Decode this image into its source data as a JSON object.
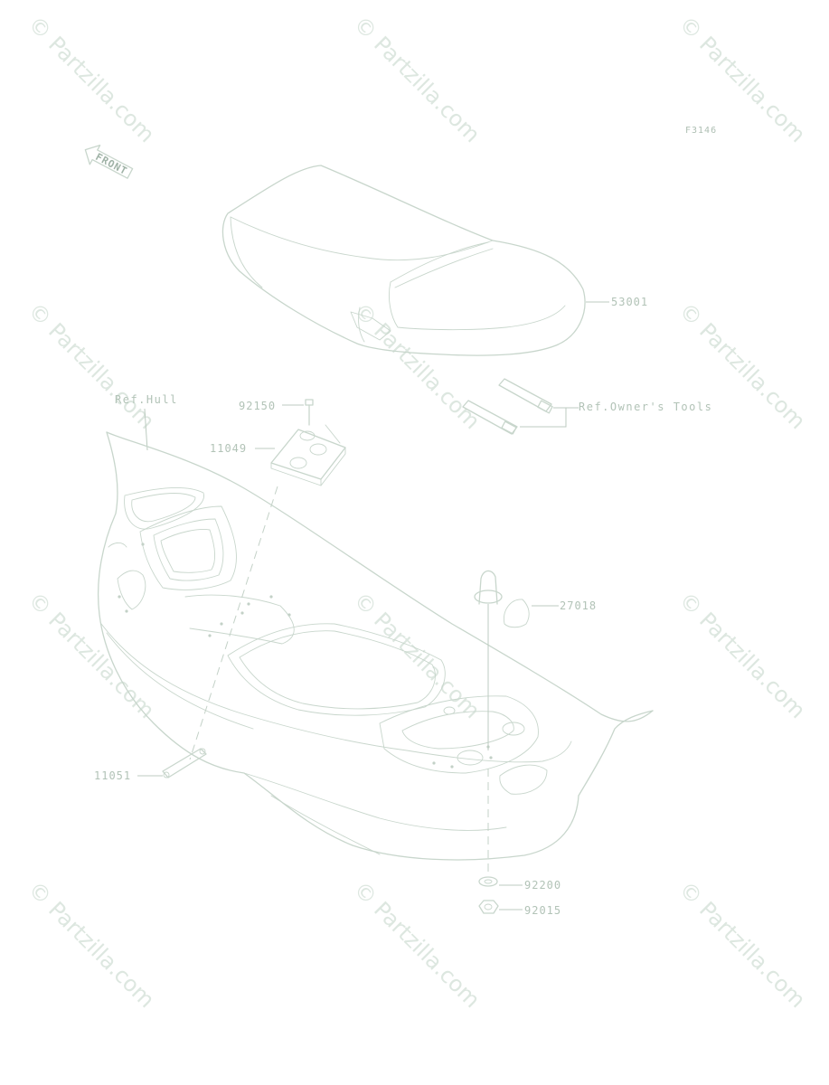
{
  "diagram": {
    "code": "F3146",
    "front_label": "FRONT",
    "watermark": "© Partzilla.com",
    "references": {
      "hull": "Ref.Hull",
      "tools": "Ref.Owner's Tools"
    },
    "parts": [
      {
        "number": "53001"
      },
      {
        "number": "92150"
      },
      {
        "number": "11049"
      },
      {
        "number": "27018"
      },
      {
        "number": "11051"
      },
      {
        "number": "92200"
      },
      {
        "number": "92015"
      }
    ]
  }
}
